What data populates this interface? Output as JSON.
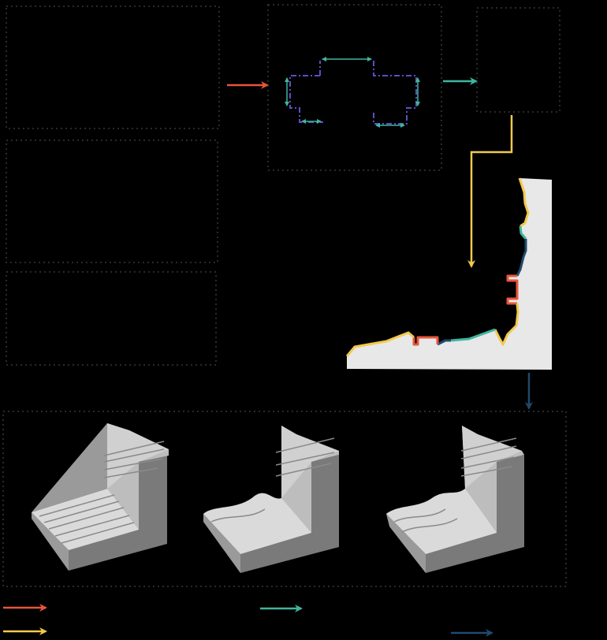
{
  "background": "#000000",
  "colors": {
    "red": "#E8553A",
    "yellow": "#F2C94C",
    "teal": "#3FB5A0",
    "navy": "#1F4A6E",
    "purple": "#5B4FC4",
    "profile_fill": "#E8E8E8",
    "block_light": "#DADADA",
    "block_mid": "#BDBDBD",
    "block_dark": "#7A7A7A",
    "panel_border": "#2A2A2A"
  },
  "icons": {
    "arrow": "arrow-icon",
    "dimension_arrow": "double-headed-arrow-icon"
  },
  "diagram": {
    "panels": [
      {
        "name": "top-left-panel"
      },
      {
        "name": "middle-left-panel"
      },
      {
        "name": "lower-left-panel"
      },
      {
        "name": "template-panel"
      },
      {
        "name": "small-right-panel"
      },
      {
        "name": "results-panel"
      }
    ],
    "template": {
      "dimension_arrows": [
        "top-width",
        "left-height",
        "right-height",
        "left-notch-width",
        "right-notch-width"
      ]
    },
    "profile": {
      "segments": [
        "yellow",
        "teal",
        "navy",
        "red",
        "red",
        "navy",
        "teal",
        "yellow"
      ]
    },
    "blocks": [
      {
        "name": "grooved-block"
      },
      {
        "name": "ogee-block"
      },
      {
        "name": "sculpted-block"
      }
    ],
    "legend": [
      {
        "color": "red",
        "label": ""
      },
      {
        "color": "teal",
        "label": ""
      },
      {
        "color": "yellow",
        "label": ""
      },
      {
        "color": "navy",
        "label": ""
      }
    ]
  }
}
